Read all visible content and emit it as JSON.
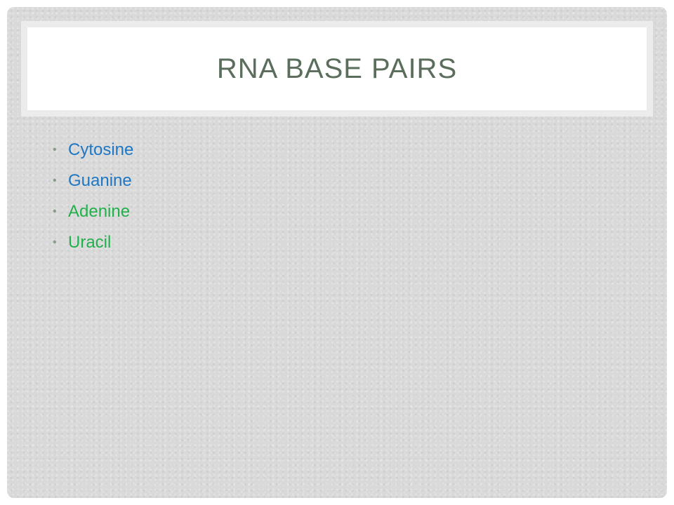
{
  "slide": {
    "title": "RNA BASE PAIRS",
    "bullets": [
      {
        "text": "Cytosine",
        "color": "#1f77c4"
      },
      {
        "text": "Guanine",
        "color": "#1f77c4"
      },
      {
        "text": "Adenine",
        "color": "#21b04b"
      },
      {
        "text": "Uracil",
        "color": "#21b04b"
      }
    ]
  }
}
